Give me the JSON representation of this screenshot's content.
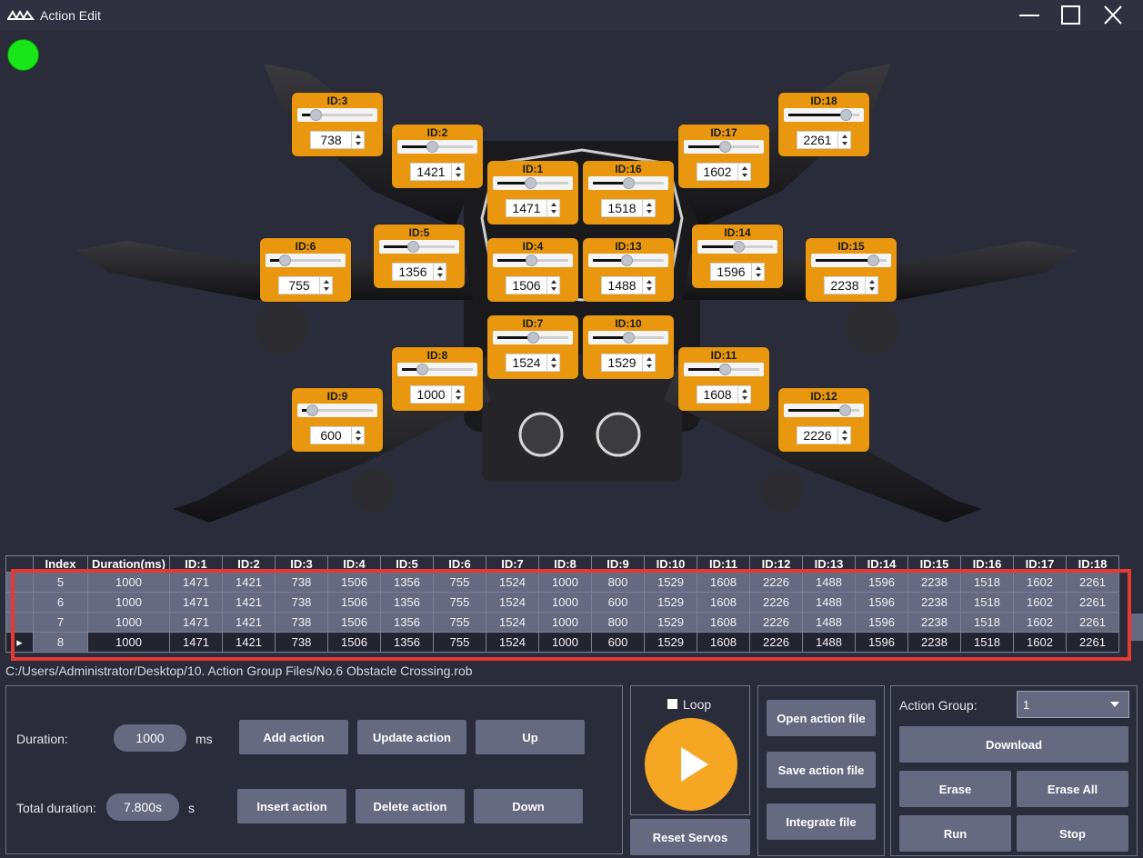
{
  "window": {
    "title": "Action Edit",
    "logo_icon": "robot-logo-icon"
  },
  "status": {
    "color": "#19e619"
  },
  "servos": [
    {
      "id": "ID:3",
      "value": "738",
      "level": 0.14
    },
    {
      "id": "ID:2",
      "value": "1421",
      "level": 0.42
    },
    {
      "id": "ID:1",
      "value": "1471",
      "level": 0.46
    },
    {
      "id": "ID:16",
      "value": "1518",
      "level": 0.5
    },
    {
      "id": "ID:17",
      "value": "1602",
      "level": 0.52
    },
    {
      "id": "ID:18",
      "value": "2261",
      "level": 0.88
    },
    {
      "id": "ID:6",
      "value": "755",
      "level": 0.15
    },
    {
      "id": "ID:5",
      "value": "1356",
      "level": 0.4
    },
    {
      "id": "ID:4",
      "value": "1506",
      "level": 0.48
    },
    {
      "id": "ID:13",
      "value": "1488",
      "level": 0.47
    },
    {
      "id": "ID:14",
      "value": "1596",
      "level": 0.52
    },
    {
      "id": "ID:15",
      "value": "2238",
      "level": 0.87
    },
    {
      "id": "ID:7",
      "value": "1524",
      "level": 0.5
    },
    {
      "id": "ID:10",
      "value": "1529",
      "level": 0.5
    },
    {
      "id": "ID:8",
      "value": "1000",
      "level": 0.25
    },
    {
      "id": "ID:11",
      "value": "1608",
      "level": 0.53
    },
    {
      "id": "ID:9",
      "value": "600",
      "level": 0.07
    },
    {
      "id": "ID:12",
      "value": "2226",
      "level": 0.86
    }
  ],
  "table": {
    "headers": [
      "Index",
      "Duration(ms)",
      "ID:1",
      "ID:2",
      "ID:3",
      "ID:4",
      "ID:5",
      "ID:6",
      "ID:7",
      "ID:8",
      "ID:9",
      "ID:10",
      "ID:11",
      "ID:12",
      "ID:13",
      "ID:14",
      "ID:15",
      "ID:16",
      "ID:17",
      "ID:18"
    ],
    "rows": [
      [
        "5",
        "1000",
        "1471",
        "1421",
        "738",
        "1506",
        "1356",
        "755",
        "1524",
        "1000",
        "800",
        "1529",
        "1608",
        "2226",
        "1488",
        "1596",
        "2238",
        "1518",
        "1602",
        "2261"
      ],
      [
        "6",
        "1000",
        "1471",
        "1421",
        "738",
        "1506",
        "1356",
        "755",
        "1524",
        "1000",
        "600",
        "1529",
        "1608",
        "2226",
        "1488",
        "1596",
        "2238",
        "1518",
        "1602",
        "2261"
      ],
      [
        "7",
        "1000",
        "1471",
        "1421",
        "738",
        "1506",
        "1356",
        "755",
        "1524",
        "1000",
        "800",
        "1529",
        "1608",
        "2226",
        "1488",
        "1596",
        "2238",
        "1518",
        "1602",
        "2261"
      ],
      [
        "8",
        "1000",
        "1471",
        "1421",
        "738",
        "1506",
        "1356",
        "755",
        "1524",
        "1000",
        "600",
        "1529",
        "1608",
        "2226",
        "1488",
        "1596",
        "2238",
        "1518",
        "1602",
        "2261"
      ]
    ],
    "selected_row_index": 3
  },
  "file_path": "C:/Users/Administrator/Desktop/10. Action Group Files/No.6 Obstacle Crossing.rob",
  "left_panel": {
    "duration_label": "Duration:",
    "duration_value": "1000",
    "duration_unit": "ms",
    "total_label": "Total duration:",
    "total_value": "7.800s",
    "total_unit": "s",
    "add_action": "Add action",
    "update_action": "Update action",
    "up": "Up",
    "insert_action": "Insert action",
    "delete_action": "Delete action",
    "down": "Down"
  },
  "run_panel": {
    "loop_label": "Loop",
    "reset_servos": "Reset Servos"
  },
  "file_panel": {
    "open": "Open action file",
    "save": "Save action file",
    "integrate": "Integrate file"
  },
  "group_panel": {
    "label": "Action Group:",
    "selected": "1",
    "download": "Download",
    "erase": "Erase",
    "erase_all": "Erase All",
    "run": "Run",
    "stop": "Stop"
  },
  "colors": {
    "accent": "#e8970f",
    "play": "#f5a623",
    "button": "#656a80",
    "background": "#2b2c3a",
    "highlight": "#e53935"
  }
}
